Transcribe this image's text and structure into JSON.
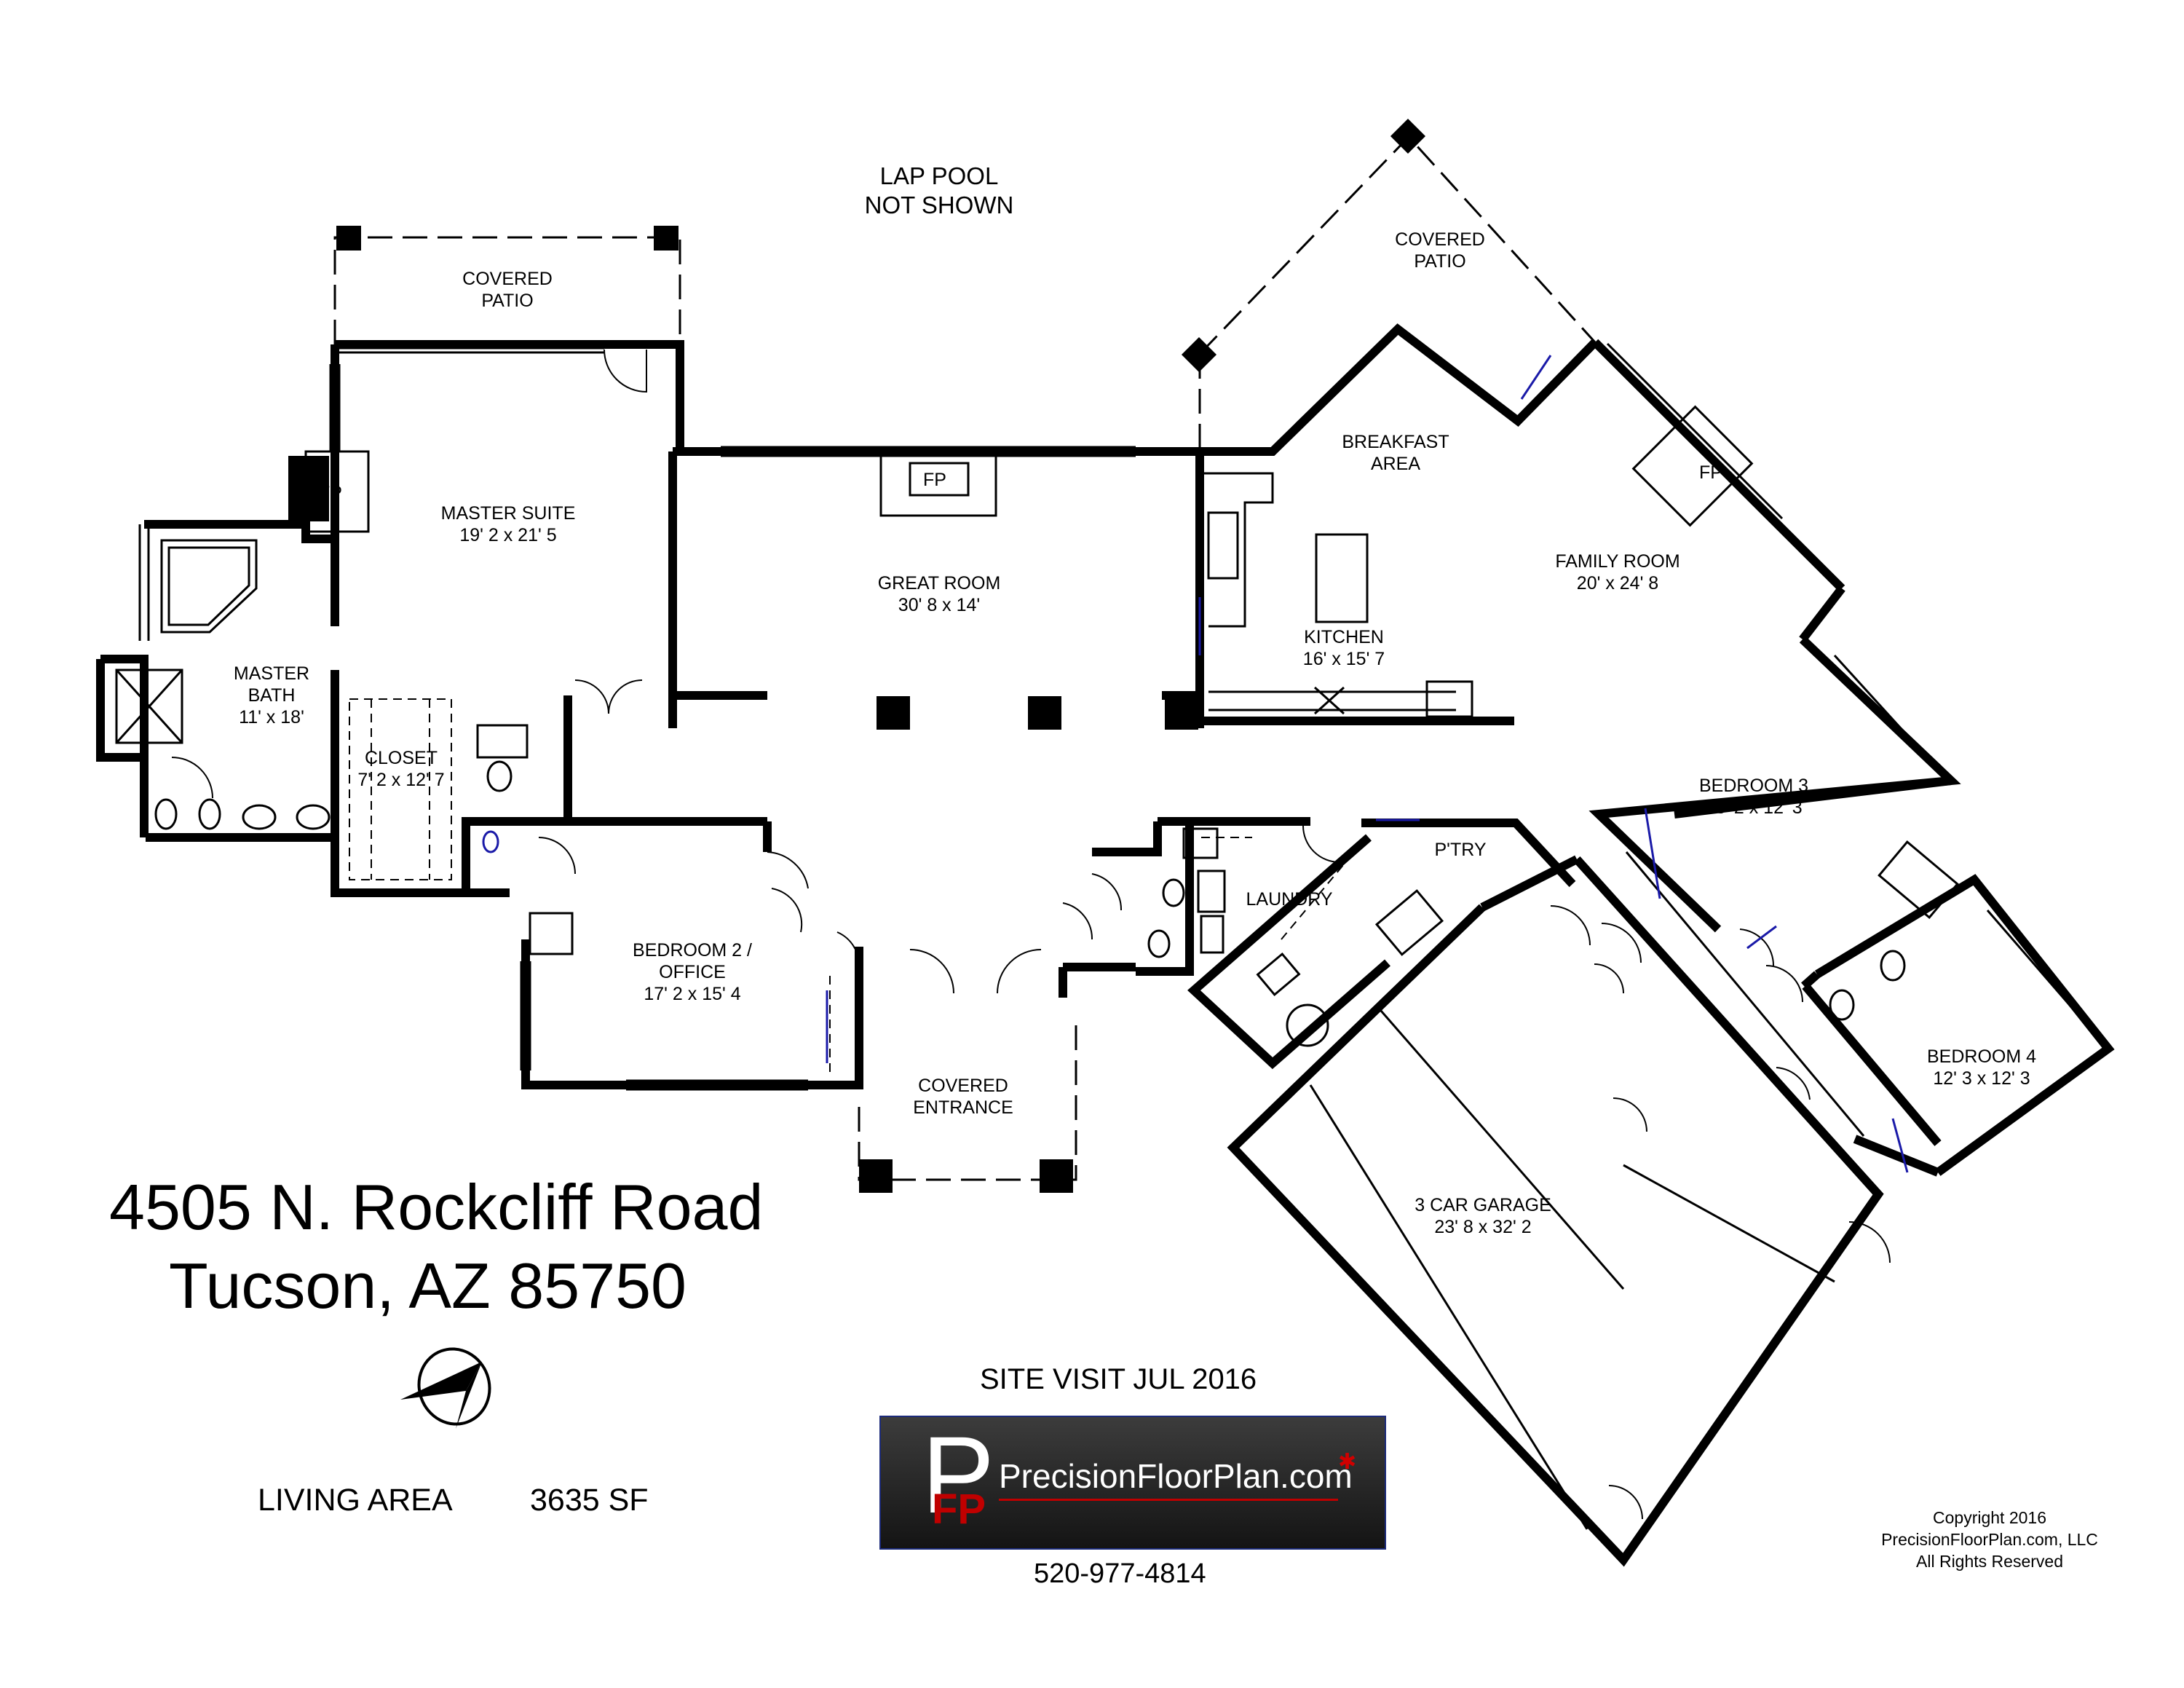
{
  "notes": {
    "pool": [
      "LAP POOL",
      "NOT SHOWN"
    ]
  },
  "rooms": {
    "covered_patio_left": [
      "COVERED",
      "PATIO"
    ],
    "covered_patio_right": [
      "COVERED",
      "PATIO"
    ],
    "master_suite": [
      "MASTER SUITE",
      "19' 2 x 21' 5"
    ],
    "great_room": [
      "GREAT ROOM",
      "30' 8 x 14'"
    ],
    "breakfast_area": [
      "BREAKFAST",
      "AREA"
    ],
    "family_room": [
      "FAMILY ROOM",
      "20' x 24' 8"
    ],
    "kitchen": [
      "KITCHEN",
      "16' x 15' 7"
    ],
    "master_bath": [
      "MASTER",
      "BATH",
      "11' x 18'"
    ],
    "closet": [
      "CLOSET",
      "7' 2 x 12' 7"
    ],
    "bedroom2": [
      "BEDROOM 2 /",
      "OFFICE",
      "17' 2 x 15' 4"
    ],
    "laundry": [
      "LAUNDRY"
    ],
    "pantry": [
      "P'TRY"
    ],
    "bedroom3": [
      "BEDROOM 3",
      "13' 2 x 12' 3"
    ],
    "bedroom4": [
      "BEDROOM 4",
      "12' 3 x 12' 3"
    ],
    "covered_entrance": [
      "COVERED",
      "ENTRANCE"
    ],
    "garage": [
      "3 CAR GARAGE",
      "23' 8 x 32' 2"
    ],
    "fp": [
      "FP",
      "FP",
      "FP"
    ]
  },
  "address": {
    "line1": "4505 N. Rockcliff Road",
    "line2": "Tucson, AZ  85750"
  },
  "living_area": {
    "label": "LIVING AREA",
    "value": "3635 SF"
  },
  "site_visit": "SITE VISIT  JUL 2016",
  "logo": {
    "brand": "PrecisionFloorPlan.com",
    "p": "P",
    "fp": "FP"
  },
  "phone": "520-977-4814",
  "copyright": [
    "Copyright 2016",
    "PrecisionFloorPlan.com, LLC",
    "All Rights Reserved"
  ],
  "icons": [
    "north-arrow-icon"
  ],
  "colors": {
    "wall": "#000000",
    "door_swing": "#1a1aa8",
    "logo_bg": "#262626",
    "logo_accent": "#c00000"
  }
}
